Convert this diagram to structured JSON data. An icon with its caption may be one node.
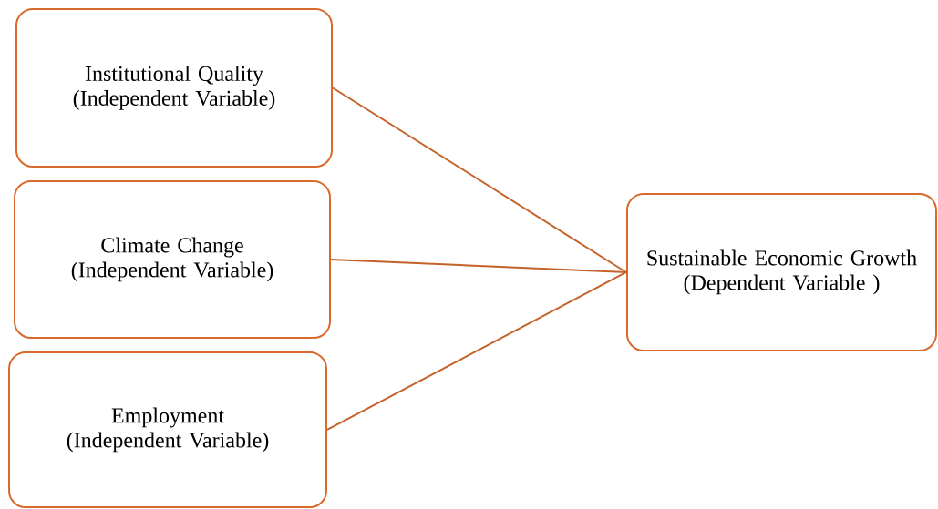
{
  "diagram": {
    "nodes": [
      {
        "text": [
          "Institutional Quality (Independent Variable)"
        ]
      },
      {
        "text": [
          "Climate Change (Independent Variable)"
        ]
      },
      {
        "text": [
          "Employment (Independent Variable)"
        ]
      },
      {
        "text": [
          "Sustainable Economic Growth (Dependent Variable )"
        ]
      }
    ],
    "edges": [
      {
        "from": 0,
        "to": 3,
        "arrow": "none"
      },
      {
        "from": 1,
        "to": 3,
        "arrow": "none"
      },
      {
        "from": 2,
        "to": 3,
        "arrow": "none"
      }
    ]
  }
}
